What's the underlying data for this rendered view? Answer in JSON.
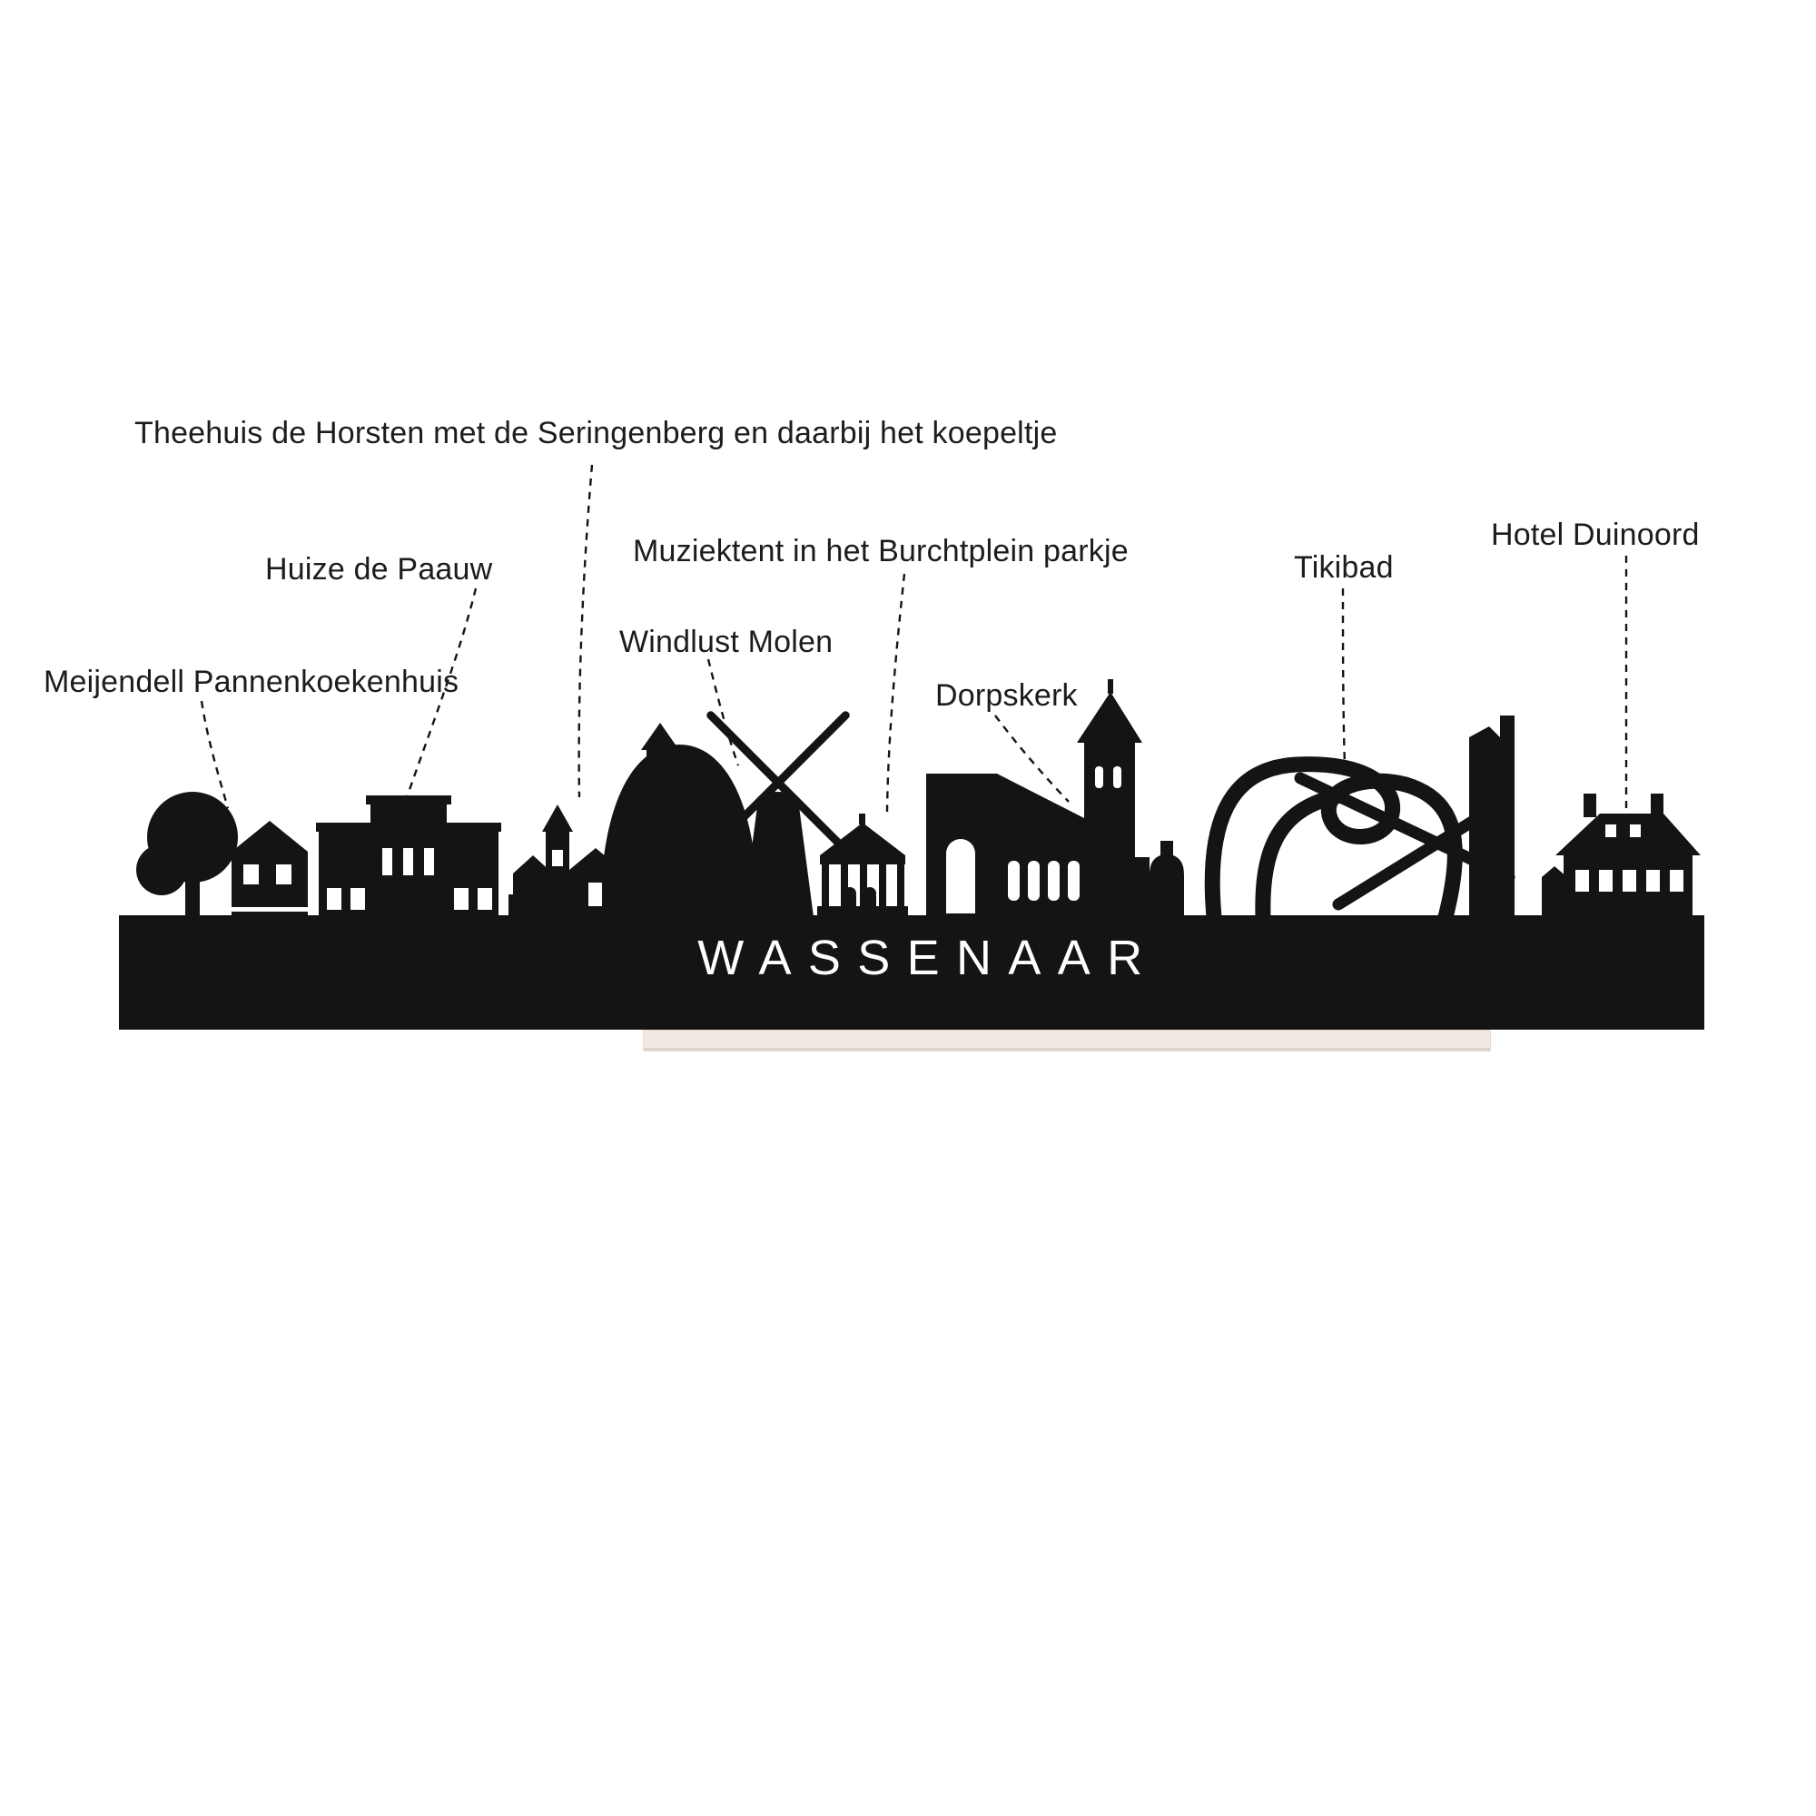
{
  "title": "WASSENAAR",
  "labels": [
    {
      "id": "theehuis",
      "text": "Theehuis de Horsten met de Seringenberg en daarbij het koepeltje"
    },
    {
      "id": "huize",
      "text": "Huize de Paauw"
    },
    {
      "id": "hotel",
      "text": "Hotel Duinoord"
    },
    {
      "id": "muziektent",
      "text": "Muziektent in het Burchtplein parkje"
    },
    {
      "id": "tikibad",
      "text": "Tikibad"
    },
    {
      "id": "windlust",
      "text": "Windlust Molen"
    },
    {
      "id": "meijendell",
      "text": "Meijendell Pannenkoekenhuis"
    },
    {
      "id": "dorpskerk",
      "text": "Dorpskerk"
    }
  ],
  "colors": {
    "silhouette": "#141414",
    "background": "#ffffff",
    "stand": "#f0e8e1",
    "label_text": "#1c1c1c",
    "title_text": "#ffffff"
  }
}
